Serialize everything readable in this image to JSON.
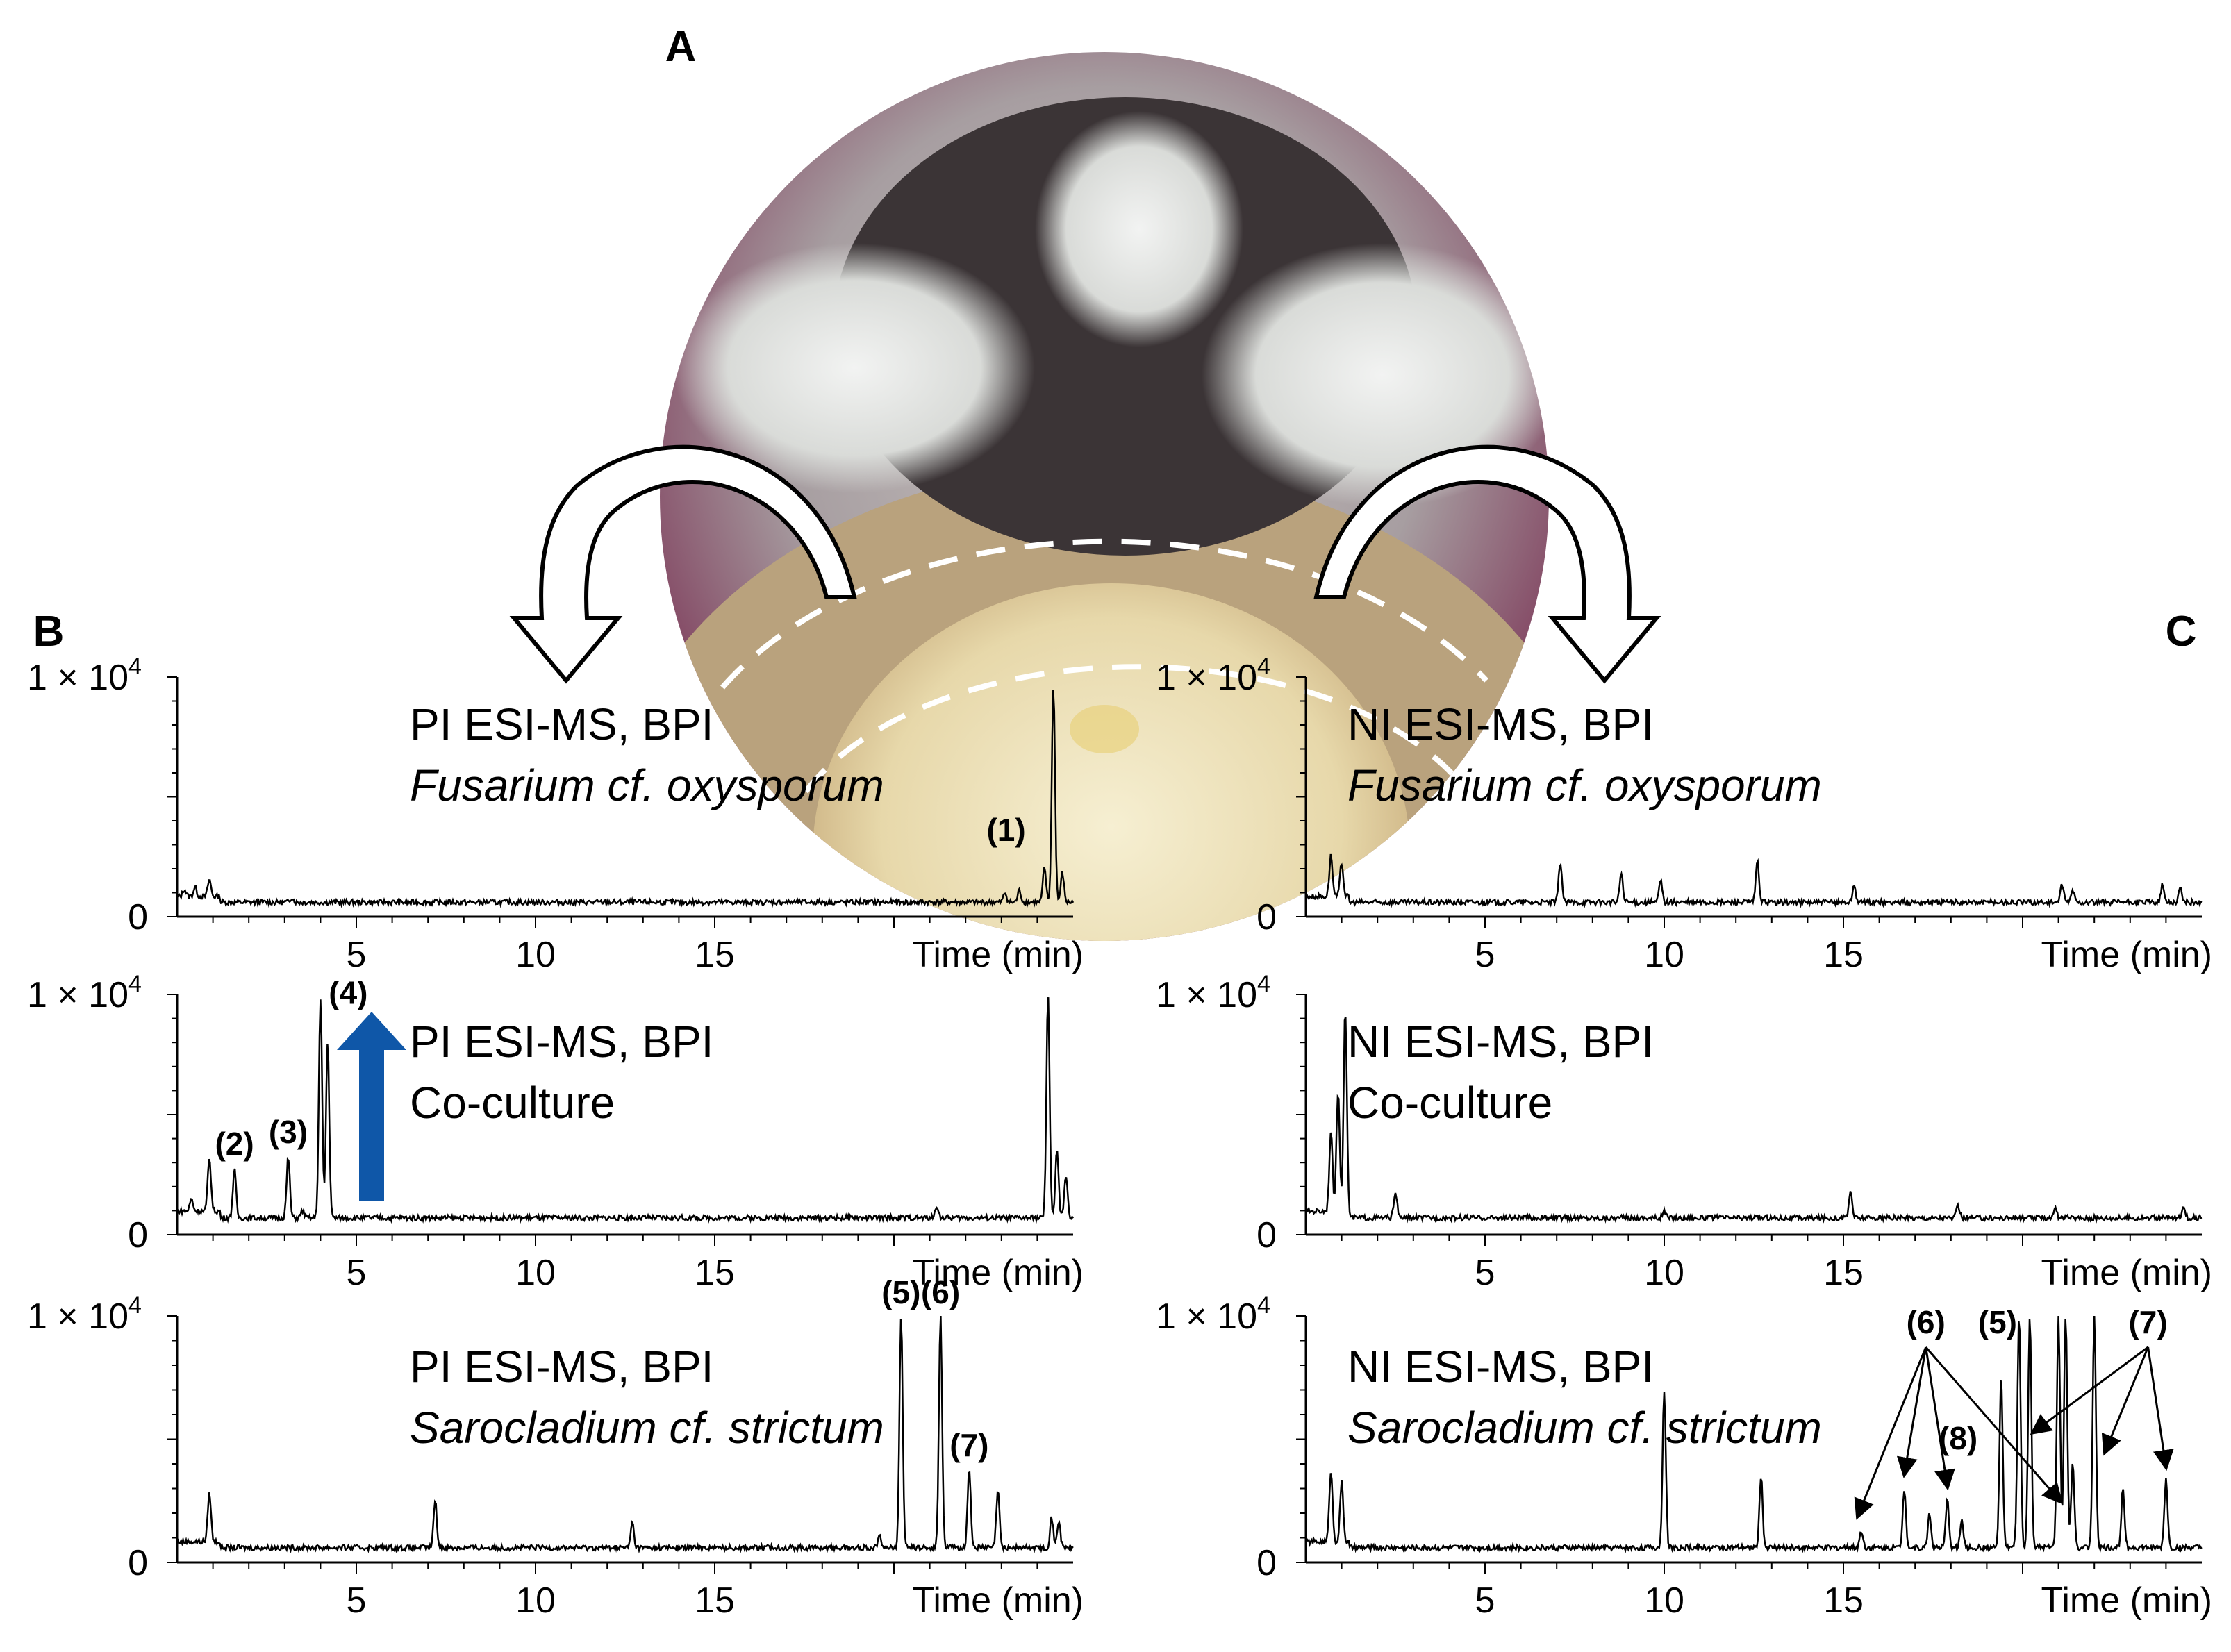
{
  "figure": {
    "panel_labels": {
      "a": "A",
      "b": "B",
      "c": "C"
    },
    "photo": {
      "description_colors": {
        "rim": "#7b3355",
        "mycelium": "#e9ebe9",
        "dark": "#3b3436",
        "agar": "#cdb48a",
        "colony": "#efe3bd"
      }
    },
    "colors": {
      "trace": "#000000",
      "increase_arrow": "#0f57a8",
      "dashed": "#ffffff"
    }
  },
  "chart_data": [
    {
      "id": "B1",
      "type": "line",
      "title": "PI ESI-MS, BPI",
      "subtitle": "Fusarium cf. oxysporum",
      "xlabel": "Time (min)",
      "xticks": [
        5,
        10,
        15
      ],
      "xlim": [
        0,
        25
      ],
      "ymax_label": "1 × 10",
      "ymax_exp": "4",
      "ymin_label": "0",
      "ylim": [
        0,
        10000
      ],
      "baseline": 600,
      "peaks": [
        [
          0.2,
          900
        ],
        [
          0.5,
          1000
        ],
        [
          0.9,
          1300
        ],
        [
          3.2,
          800
        ],
        [
          23.1,
          1000
        ],
        [
          23.5,
          1100
        ],
        [
          24.2,
          2000
        ],
        [
          24.45,
          9600
        ],
        [
          24.7,
          1800
        ]
      ],
      "annotations": [
        {
          "text": "(1)",
          "x": 24.1,
          "y": 2000
        }
      ]
    },
    {
      "id": "B2",
      "type": "line",
      "title": "PI ESI-MS, BPI",
      "subtitle": "Co-culture",
      "xlabel": "Time (min)",
      "xticks": [
        5,
        10,
        15
      ],
      "xlim": [
        0,
        25
      ],
      "ymax_label": "1 × 10",
      "ymax_exp": "4",
      "ymin_label": "0",
      "ylim": [
        0,
        10000
      ],
      "baseline": 700,
      "peaks": [
        [
          0.4,
          1200
        ],
        [
          0.9,
          2900
        ],
        [
          1.6,
          2700
        ],
        [
          3.1,
          3200
        ],
        [
          3.5,
          1000
        ],
        [
          4.0,
          9800
        ],
        [
          4.2,
          8000
        ],
        [
          21.2,
          1200
        ],
        [
          24.3,
          9900
        ],
        [
          24.55,
          3500
        ],
        [
          24.8,
          2500
        ]
      ],
      "annotations": [
        {
          "text": "(2)",
          "x": 1.6,
          "y": 2800
        },
        {
          "text": "(3)",
          "x": 3.1,
          "y": 3300
        },
        {
          "text": "(4)",
          "x": 4.0,
          "y": 9900
        }
      ],
      "increase_arrow": true
    },
    {
      "id": "B3",
      "type": "line",
      "title": "PI ESI-MS, BPI",
      "subtitle": "Sarocladium cf. strictum",
      "xlabel": "Time (min)",
      "xticks": [
        5,
        10,
        15
      ],
      "xlim": [
        0,
        25
      ],
      "ymax_label": "1 × 10",
      "ymax_exp": "4",
      "ymin_label": "0",
      "ylim": [
        0,
        10000
      ],
      "baseline": 600,
      "peaks": [
        [
          0.9,
          2600
        ],
        [
          7.2,
          2500
        ],
        [
          12.7,
          1600
        ],
        [
          19.6,
          1200
        ],
        [
          20.2,
          10000
        ],
        [
          21.3,
          10000
        ],
        [
          22.1,
          3800
        ],
        [
          22.9,
          2900
        ],
        [
          24.4,
          1800
        ],
        [
          24.6,
          1700
        ]
      ],
      "annotations": [
        {
          "text": "(5)",
          "x": 20.2,
          "y": 10000
        },
        {
          "text": "(6)",
          "x": 21.3,
          "y": 10000
        },
        {
          "text": "(7)",
          "x": 22.1,
          "y": 3800
        }
      ]
    },
    {
      "id": "C1",
      "type": "line",
      "title": "NI ESI-MS, BPI",
      "subtitle": "Fusarium cf. oxysporum",
      "xlabel": "Time (min)",
      "xticks": [
        5,
        10,
        15
      ],
      "xlim": [
        0,
        25
      ],
      "ymax_label": "1 × 10",
      "ymax_exp": "4",
      "ymin_label": "0",
      "ylim": [
        0,
        10000
      ],
      "baseline": 600,
      "peaks": [
        [
          0.7,
          2300
        ],
        [
          1.0,
          2000
        ],
        [
          7.1,
          2300
        ],
        [
          8.8,
          1800
        ],
        [
          9.9,
          1500
        ],
        [
          12.6,
          2300
        ],
        [
          15.3,
          1300
        ],
        [
          21.1,
          1300
        ],
        [
          21.4,
          1100
        ],
        [
          23.9,
          1300
        ],
        [
          24.4,
          1200
        ]
      ],
      "annotations": []
    },
    {
      "id": "C2",
      "type": "line",
      "title": "NI ESI-MS, BPI",
      "subtitle": "Co-culture",
      "xlabel": "Time (min)",
      "xticks": [
        5,
        10,
        15
      ],
      "xlim": [
        0,
        25
      ],
      "ymax_label": "1 × 10",
      "ymax_exp": "4",
      "ymin_label": "0",
      "ylim": [
        0,
        10000
      ],
      "baseline": 700,
      "peaks": [
        [
          0.7,
          4000
        ],
        [
          0.9,
          5700
        ],
        [
          1.1,
          9100
        ],
        [
          2.5,
          1800
        ],
        [
          10.0,
          1000
        ],
        [
          15.2,
          1800
        ],
        [
          18.2,
          1200
        ],
        [
          20.9,
          1100
        ],
        [
          24.5,
          1100
        ]
      ],
      "annotations": []
    },
    {
      "id": "C3",
      "type": "line",
      "title": "NI ESI-MS, BPI",
      "subtitle": "Sarocladium cf. strictum",
      "xlabel": "Time (min)",
      "xticks": [
        5,
        10,
        15
      ],
      "xlim": [
        0,
        25
      ],
      "ymax_label": "1 × 10",
      "ymax_exp": "4",
      "ymin_label": "0",
      "ylim": [
        0,
        10000
      ],
      "baseline": 600,
      "peaks": [
        [
          0.7,
          3500
        ],
        [
          1.0,
          3000
        ],
        [
          10.0,
          7000
        ],
        [
          12.7,
          3500
        ],
        [
          15.5,
          1300
        ],
        [
          16.7,
          3000
        ],
        [
          17.4,
          2000
        ],
        [
          17.9,
          2500
        ],
        [
          18.3,
          1700
        ],
        [
          19.4,
          7500
        ],
        [
          19.9,
          10000
        ],
        [
          20.2,
          10000
        ],
        [
          21.0,
          10000
        ],
        [
          21.2,
          10000
        ],
        [
          21.4,
          4000
        ],
        [
          22.0,
          10000
        ],
        [
          22.8,
          3000
        ],
        [
          24.0,
          3400
        ]
      ],
      "annotations": [
        {
          "text": "(6)",
          "x": 17.3,
          "y": 10000
        },
        {
          "text": "(5)",
          "x": 19.3,
          "y": 10000
        },
        {
          "text": "(7)",
          "x": 23.5,
          "y": 10000
        },
        {
          "text": "(8)",
          "x": 18.2,
          "y": 2900
        }
      ]
    }
  ]
}
